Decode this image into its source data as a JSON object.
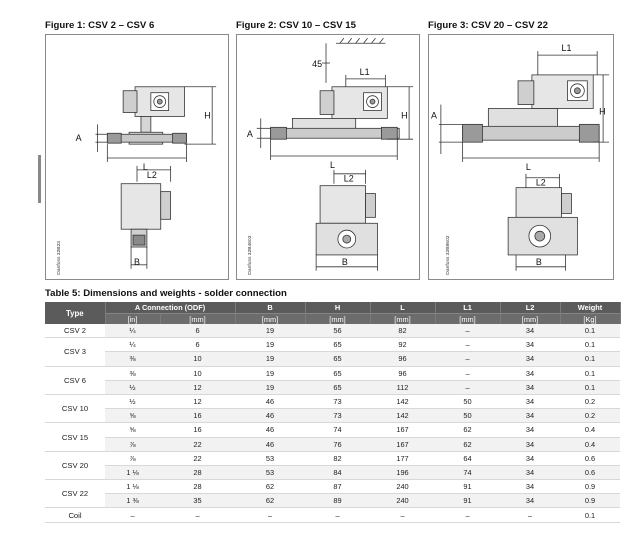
{
  "figures": [
    {
      "title": "Figure 1: CSV 2 – CSV 6",
      "labels": {
        "A": "A",
        "H": "H",
        "L": "L",
        "L2": "L2",
        "B": "B"
      },
      "vertical_text": "Danfoss 32B23"
    },
    {
      "title": "Figure 2: CSV 10 – CSV 15",
      "labels": {
        "dim45": "45",
        "L1": "L1",
        "H": "H",
        "A": "A",
        "L": "L",
        "L2": "L2",
        "B": "B"
      },
      "vertical_text": "Danfoss 32B4603"
    },
    {
      "title": "Figure 3: CSV 20 – CSV 22",
      "labels": {
        "L1": "L1",
        "H": "H",
        "A": "A",
        "L": "L",
        "L2": "L2",
        "B": "B"
      },
      "vertical_text": "Danfoss 32B8602"
    }
  ],
  "table": {
    "title": "Table 5: Dimensions and weights - solder connection",
    "headers": {
      "type": "Type",
      "a_conn": "A Connection (ODF)",
      "b": "B",
      "h": "H",
      "l": "L",
      "l1": "L1",
      "l2": "L2",
      "weight": "Weight"
    },
    "units": [
      "[in]",
      "[mm]",
      "[mm]",
      "[mm]",
      "[mm]",
      "[mm]",
      "[mm]",
      "[Kg]"
    ],
    "groups": [
      {
        "type": "CSV 2",
        "rows": [
          [
            "¼",
            "6",
            "19",
            "56",
            "82",
            "–",
            "34",
            "0.1"
          ]
        ]
      },
      {
        "type": "CSV 3",
        "rows": [
          [
            "¼",
            "6",
            "19",
            "65",
            "92",
            "–",
            "34",
            "0.1"
          ],
          [
            "⅜",
            "10",
            "19",
            "65",
            "96",
            "–",
            "34",
            "0.1"
          ]
        ]
      },
      {
        "type": "CSV 6",
        "rows": [
          [
            "⅜",
            "10",
            "19",
            "65",
            "96",
            "–",
            "34",
            "0.1"
          ],
          [
            "½",
            "12",
            "19",
            "65",
            "112",
            "–",
            "34",
            "0.1"
          ]
        ]
      },
      {
        "type": "CSV 10",
        "rows": [
          [
            "½",
            "12",
            "46",
            "73",
            "142",
            "50",
            "34",
            "0.2"
          ],
          [
            "⅝",
            "16",
            "46",
            "73",
            "142",
            "50",
            "34",
            "0.2"
          ]
        ]
      },
      {
        "type": "CSV 15",
        "rows": [
          [
            "⅝",
            "16",
            "46",
            "74",
            "167",
            "62",
            "34",
            "0.4"
          ],
          [
            "⅞",
            "22",
            "46",
            "76",
            "167",
            "62",
            "34",
            "0.4"
          ]
        ]
      },
      {
        "type": "CSV 20",
        "rows": [
          [
            "⅞",
            "22",
            "53",
            "82",
            "177",
            "64",
            "34",
            "0.6"
          ],
          [
            "1 ⅛",
            "28",
            "53",
            "84",
            "196",
            "74",
            "34",
            "0.6"
          ]
        ]
      },
      {
        "type": "CSV 22",
        "rows": [
          [
            "1 ⅛",
            "28",
            "62",
            "87",
            "240",
            "91",
            "34",
            "0.9"
          ],
          [
            "1 ⅜",
            "35",
            "62",
            "89",
            "240",
            "91",
            "34",
            "0.9"
          ]
        ]
      },
      {
        "type": "Coil",
        "rows": [
          [
            "–",
            "–",
            "–",
            "–",
            "–",
            "–",
            "–",
            "0.1"
          ]
        ]
      }
    ]
  }
}
